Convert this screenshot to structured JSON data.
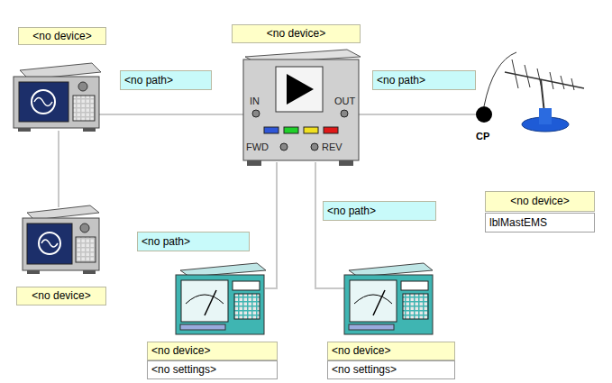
{
  "diagram": {
    "nodes": [
      {
        "text": [
          "<no device>"
        ]
      },
      {
        "text": [
          "<no device>"
        ]
      },
      {
        "text": [
          "<no path>"
        ]
      },
      {
        "text": [
          "<no path>"
        ]
      },
      {
        "text": [
          "<no device>"
        ]
      },
      {
        "text": [
          "lblMastEMS"
        ]
      },
      {
        "text": [
          "<no path>"
        ]
      },
      {
        "text": [
          "<no path>"
        ]
      },
      {
        "text": [
          "<no device>"
        ]
      },
      {
        "text": [
          "<no device>"
        ]
      },
      {
        "text": [
          "<no settings>"
        ]
      },
      {
        "text": [
          "<no device>"
        ]
      },
      {
        "text": [
          "<no settings>"
        ]
      }
    ],
    "labels": [
      "IN",
      "OUT",
      "FWD",
      "REV",
      "CP"
    ]
  }
}
